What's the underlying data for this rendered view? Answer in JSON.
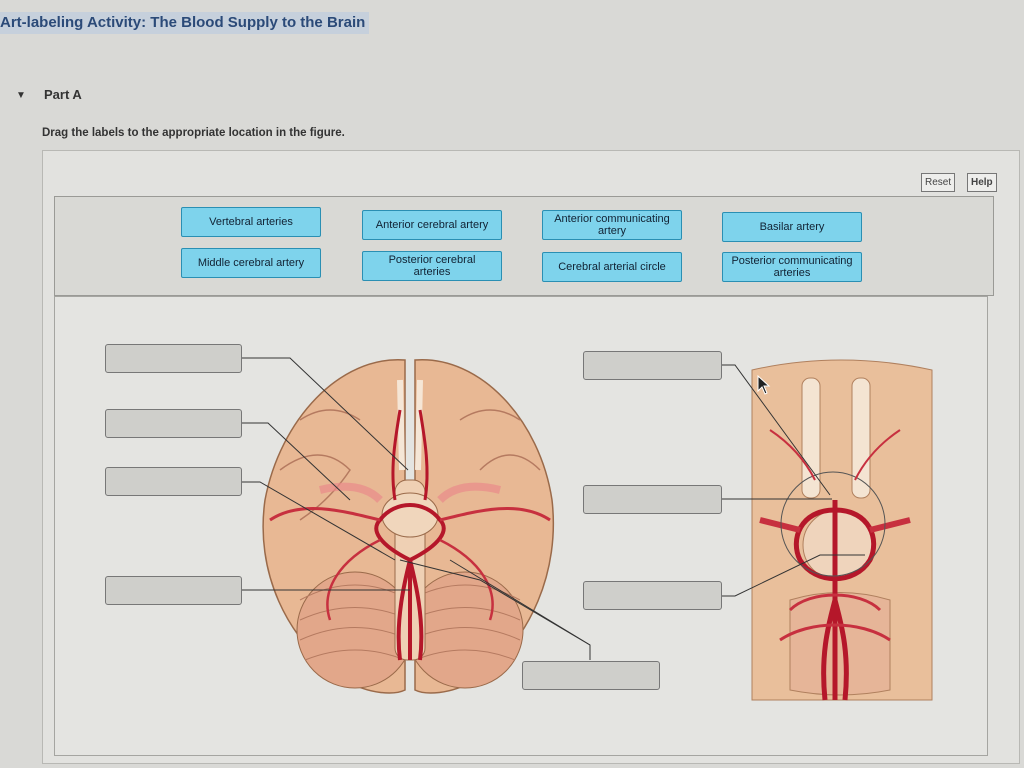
{
  "header": {
    "title": "Art-labeling Activity: The Blood Supply to the Brain"
  },
  "part": {
    "label": "Part A"
  },
  "instructions": "Drag the labels to the appropriate location in the figure.",
  "toolbar": {
    "reset_label": "Reset",
    "help_label": "Help"
  },
  "labels": [
    "Vertebral arteries",
    "Anterior cerebral artery",
    "Anterior communicating artery",
    "Basilar artery",
    "Middle cerebral artery",
    "Posterior cerebral arteries",
    "Cerebral arterial circle",
    "Posterior communicating arteries"
  ],
  "icons": {
    "toggle": "triangle-down-icon",
    "cursor": "mouse-pointer-icon"
  },
  "colors": {
    "label_bg": "#7ed3ec",
    "title_bg": "#c6d0dc",
    "artery": "#b5172a"
  }
}
